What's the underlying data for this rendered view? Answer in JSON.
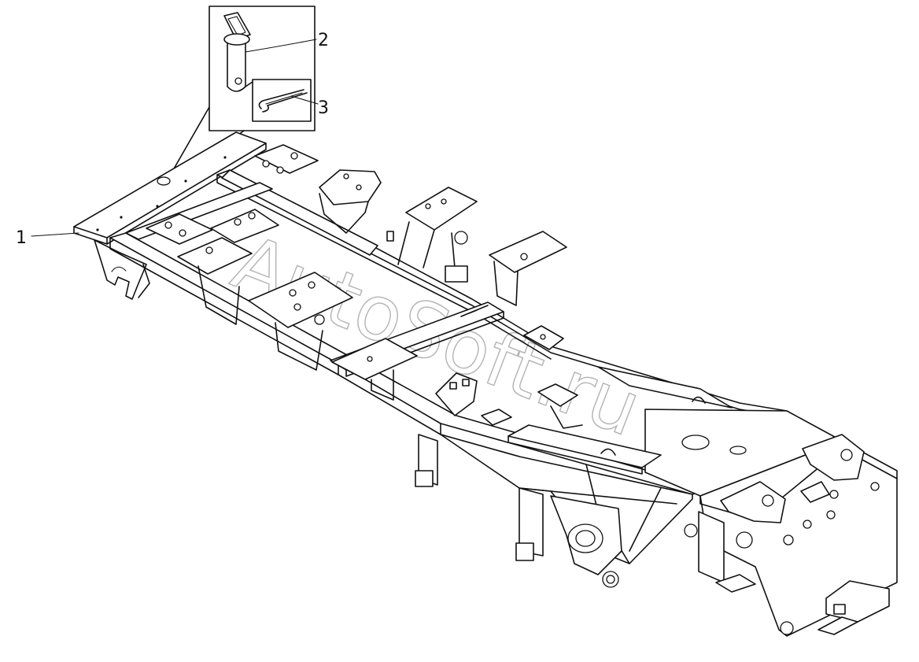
{
  "diagram": {
    "callouts": [
      {
        "id": "1",
        "label": "1"
      },
      {
        "id": "2",
        "label": "2"
      },
      {
        "id": "3",
        "label": "3"
      }
    ],
    "watermark": "AutoSoft.ru"
  }
}
